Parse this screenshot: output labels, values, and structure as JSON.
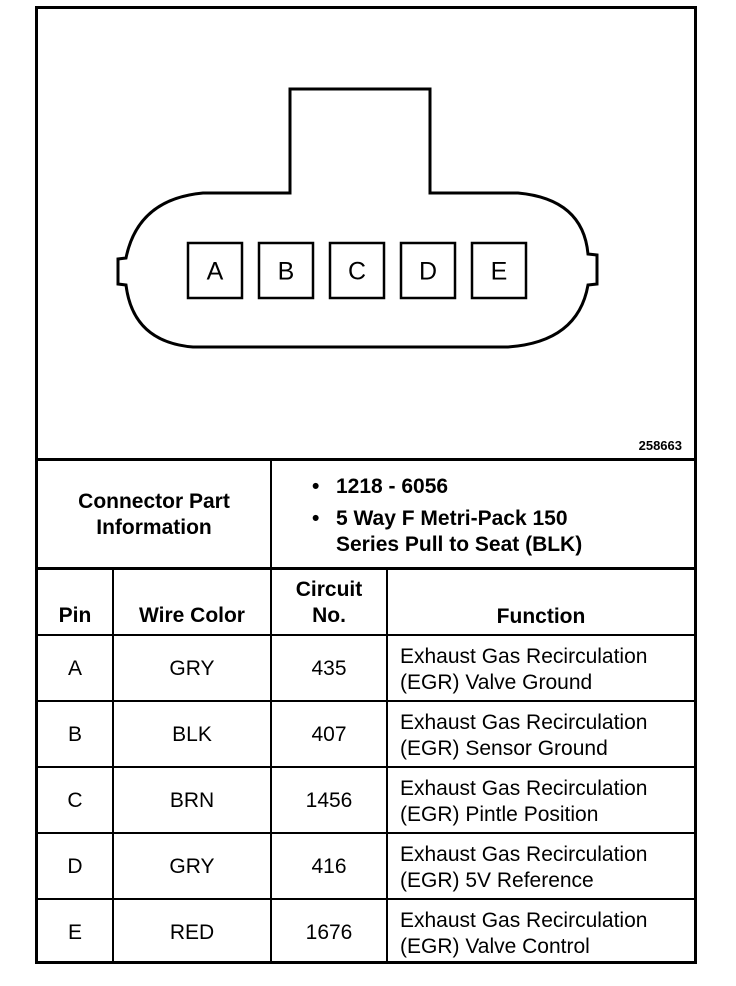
{
  "figure_id": "258663",
  "connector": {
    "pin_letters": [
      "A",
      "B",
      "C",
      "D",
      "E"
    ]
  },
  "info": {
    "label_line1": "Connector Part",
    "label_line2": "Information",
    "bullet_symbol": "•",
    "part_number": "1218 - 6056",
    "description_line1": "5 Way F Metri-Pack 150",
    "description_line2": "Series Pull to Seat (BLK)"
  },
  "table": {
    "headers": {
      "pin": "Pin",
      "wire_color": "Wire Color",
      "circuit_line1": "Circuit",
      "circuit_line2": "No.",
      "function": "Function"
    },
    "rows": [
      {
        "pin": "A",
        "wire_color": "GRY",
        "circuit": "435",
        "function_line1": "Exhaust Gas Recirculation",
        "function_line2": "(EGR) Valve Ground"
      },
      {
        "pin": "B",
        "wire_color": "BLK",
        "circuit": "407",
        "function_line1": "Exhaust Gas Recirculation",
        "function_line2": "(EGR) Sensor Ground"
      },
      {
        "pin": "C",
        "wire_color": "BRN",
        "circuit": "1456",
        "function_line1": "Exhaust Gas Recirculation",
        "function_line2": "(EGR) Pintle Position"
      },
      {
        "pin": "D",
        "wire_color": "GRY",
        "circuit": "416",
        "function_line1": "Exhaust Gas Recirculation",
        "function_line2": "(EGR) 5V Reference"
      },
      {
        "pin": "E",
        "wire_color": "RED",
        "circuit": "1676",
        "function_line1": "Exhaust Gas Recirculation",
        "function_line2": "(EGR) Valve Control"
      }
    ]
  }
}
